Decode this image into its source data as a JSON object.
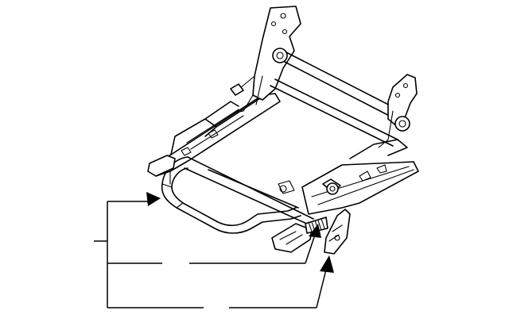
{
  "diagram": {
    "description_labels": [],
    "colors": {
      "line": "#000000",
      "background": "#ffffff"
    },
    "callouts": [
      {
        "name": "tube-frame-callout",
        "target": "seat-track-tube"
      },
      {
        "name": "spring-callout",
        "target": "adjuster-spring"
      },
      {
        "name": "handle-callout",
        "target": "adjuster-handle"
      }
    ]
  }
}
